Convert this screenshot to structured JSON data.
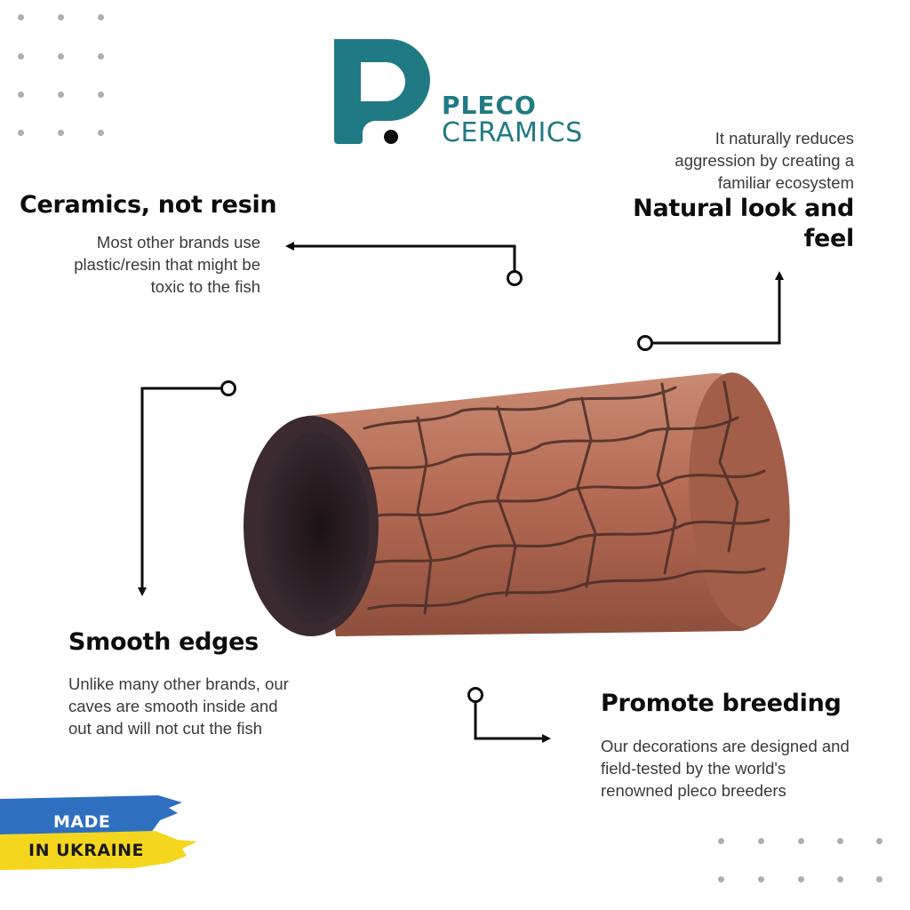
{
  "brand": {
    "line1": "PLECO",
    "line2": "CERAMICS",
    "color": "#207a83"
  },
  "features": {
    "ceramics": {
      "title": "Ceramics, not resin",
      "body": [
        "Most other brands use",
        "plastic/resin that might be",
        "toxic to the fish"
      ]
    },
    "natural": {
      "body": [
        "It naturally reduces",
        "aggression by creating a",
        "familiar ecosystem"
      ],
      "title": [
        "Natural look and",
        "feel"
      ]
    },
    "smooth": {
      "title": "Smooth edges",
      "body": [
        "Unlike many other brands, our",
        "caves are smooth inside and",
        "out and will not cut the fish"
      ]
    },
    "breeding": {
      "title": "Promote breeding",
      "body": [
        "Our decorations are designed and",
        "field-tested by the world's",
        "renowned  pleco breeders"
      ]
    }
  },
  "badge": {
    "line1": "MADE",
    "line2": "IN UKRAINE",
    "blue": "#2f6fc0",
    "yellow": "#f5d61e"
  },
  "product": {
    "icon": "ceramic-cave-tube",
    "color": "#b66b54"
  }
}
